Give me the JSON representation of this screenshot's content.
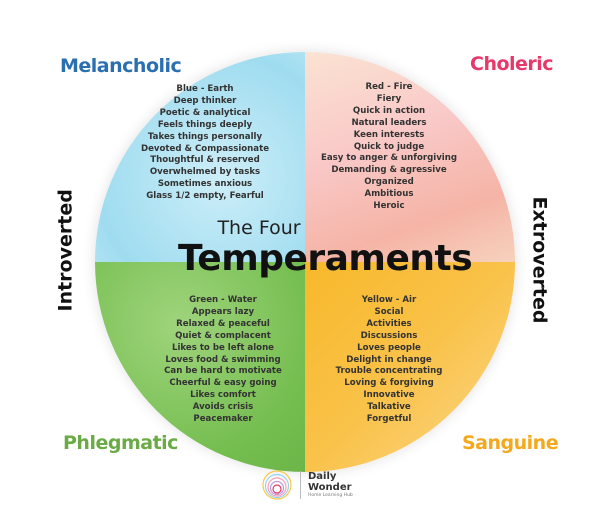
{
  "title": {
    "small": "The Four",
    "big": "Temperaments"
  },
  "axes": {
    "left": "Introverted",
    "right": "Extroverted"
  },
  "colors": {
    "melancholic": "#2a6fb0",
    "choleric": "#e8386a",
    "phlegmatic": "#6aab45",
    "sanguine": "#f5a81c"
  },
  "quadrants": [
    {
      "name": "Melancholic",
      "traits": [
        "Blue - Earth",
        "Deep thinker",
        "Poetic & analytical",
        "Feels things deeply",
        "Takes things personally",
        "Devoted & Compassionate",
        "Thoughtful & reserved",
        "Overwhelmed by tasks",
        "Sometimes anxious",
        "Glass 1/2 empty, Fearful"
      ]
    },
    {
      "name": "Choleric",
      "traits": [
        "Red - Fire",
        "Fiery",
        "Quick in action",
        "Natural leaders",
        "Keen interests",
        "Quick to judge",
        "Easy to anger & unforgiving",
        "Demanding & agressive",
        "Organized",
        "Ambitious",
        "Heroic"
      ]
    },
    {
      "name": "Phlegmatic",
      "traits": [
        "Green - Water",
        "Appears lazy",
        "Relaxed & peaceful",
        "Quiet & complacent",
        "Likes to be left alone",
        "Loves food & swimming",
        "Can be hard to motivate",
        "Cheerful & easy going",
        "Likes comfort",
        "Avoids crisis",
        "Peacemaker"
      ]
    },
    {
      "name": "Sanguine",
      "traits": [
        "Yellow - Air",
        "Social",
        "Activities",
        "Discussions",
        "Loves people",
        "Delight in change",
        "Trouble concentrating",
        "Loving & forgiving",
        "Innovative",
        "Talkative",
        "Forgetful"
      ]
    }
  ],
  "logo": {
    "line1": "Daily",
    "line2": "Wonder",
    "tagline": "Home Learning Hub"
  }
}
